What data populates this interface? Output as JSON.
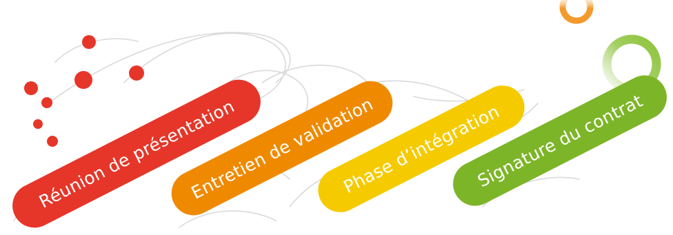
{
  "steps": [
    {
      "label": "Réunion de présentation",
      "color": "#e63629"
    },
    {
      "label": "Entretien de validation",
      "color": "#ef8a00"
    },
    {
      "label": "Phase d’intégration",
      "color": "#f5cb00"
    },
    {
      "label": "Signature du contrat",
      "color": "#7db528"
    }
  ],
  "decor": {
    "dots_color": "#e63629",
    "orange_ring_color": "#f39a2c",
    "green_ring_color": "#8cc33a",
    "sketch_color": "#bdbdbd"
  }
}
